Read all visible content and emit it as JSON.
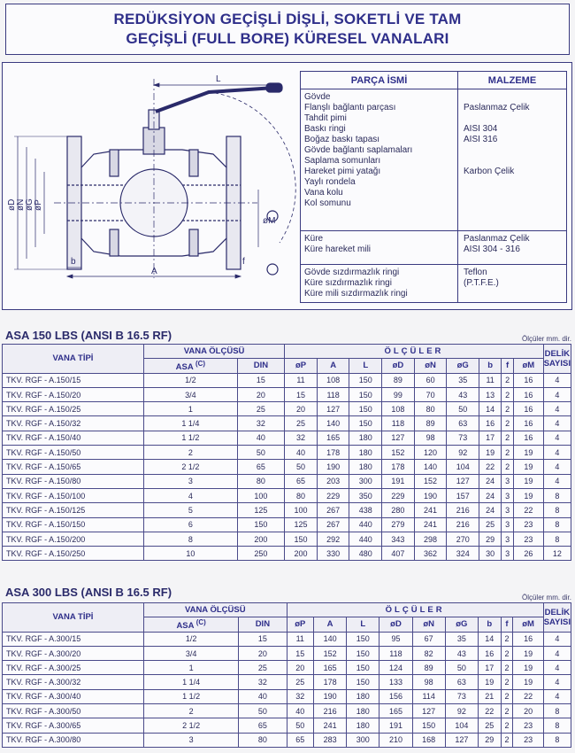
{
  "title": {
    "line1": "REDÜKSİYON GEÇİŞLİ DİŞLİ, SOKETLİ VE TAM",
    "line2": "GEÇİŞLİ (FULL BORE) KÜRESEL VANALARI"
  },
  "drawing_labels": {
    "L": "L",
    "A": "A",
    "b": "b",
    "f": "f",
    "D": "øD",
    "N": "øN",
    "G": "øG",
    "P": "øP",
    "M": "øM"
  },
  "parts": {
    "header_name": "PARÇA İSMİ",
    "header_material": "MALZEME",
    "groups": [
      {
        "names": [
          "Gövde",
          "Flanşlı bağlantı parçası",
          "Tahdit pimi",
          "Baskı ringi",
          "Boğaz baskı tapası",
          "Gövde bağlantı saplamaları",
          "Saplama somunları",
          "Hareket pimi yatağı",
          "Yaylı rondela",
          "Vana kolu",
          "Kol somunu"
        ],
        "materials": [
          "",
          "Paslanmaz Çelik",
          "",
          "AISI 304",
          "AISI 316",
          "",
          "",
          "Karbon Çelik",
          "",
          "",
          ""
        ]
      },
      {
        "names": [
          "Küre",
          "Küre hareket mili"
        ],
        "materials": [
          "Paslanmaz Çelik",
          "AISI 304 - 316"
        ]
      },
      {
        "names": [
          "Gövde sızdırmazlık ringi",
          "Küre sızdırmazlık ringi",
          "Küre mili sızdırmazlık ringi"
        ],
        "materials": [
          "Teflon",
          "(P.T.F.E.)",
          ""
        ]
      }
    ]
  },
  "headers": {
    "vana_tipi": "VANA TİPİ",
    "vana_olcusu": "VANA ÖLÇÜSÜ",
    "asa": "ASA",
    "asa_sup": "(C)",
    "din": "DIN",
    "olculer": "ÖLÇÜLER",
    "delik": "DELİK",
    "sayisi": "SAYISI",
    "cols": [
      "øP",
      "A",
      "L",
      "øD",
      "øN",
      "øG",
      "b",
      "f",
      "øM"
    ]
  },
  "table150": {
    "title": "ASA 150 LBS (ANSI B 16.5 RF)",
    "unit": "Ölçüler mm. dir.",
    "rows": [
      [
        "TKV. RGF - A.150/15",
        "1/2",
        "15",
        "11",
        "108",
        "150",
        "89",
        "60",
        "35",
        "11",
        "2",
        "16",
        "4"
      ],
      [
        "TKV. RGF - A.150/20",
        "3/4",
        "20",
        "15",
        "118",
        "150",
        "99",
        "70",
        "43",
        "13",
        "2",
        "16",
        "4"
      ],
      [
        "TKV. RGF - A.150/25",
        "1",
        "25",
        "20",
        "127",
        "150",
        "108",
        "80",
        "50",
        "14",
        "2",
        "16",
        "4"
      ],
      [
        "TKV. RGF - A.150/32",
        "1 1/4",
        "32",
        "25",
        "140",
        "150",
        "118",
        "89",
        "63",
        "16",
        "2",
        "16",
        "4"
      ],
      [
        "TKV. RGF - A.150/40",
        "1 1/2",
        "40",
        "32",
        "165",
        "180",
        "127",
        "98",
        "73",
        "17",
        "2",
        "16",
        "4"
      ],
      [
        "TKV. RGF - A.150/50",
        "2",
        "50",
        "40",
        "178",
        "180",
        "152",
        "120",
        "92",
        "19",
        "2",
        "19",
        "4"
      ],
      [
        "TKV. RGF - A.150/65",
        "2 1/2",
        "65",
        "50",
        "190",
        "180",
        "178",
        "140",
        "104",
        "22",
        "2",
        "19",
        "4"
      ],
      [
        "TKV. RGF - A.150/80",
        "3",
        "80",
        "65",
        "203",
        "300",
        "191",
        "152",
        "127",
        "24",
        "3",
        "19",
        "4"
      ],
      [
        "TKV. RGF - A.150/100",
        "4",
        "100",
        "80",
        "229",
        "350",
        "229",
        "190",
        "157",
        "24",
        "3",
        "19",
        "8"
      ],
      [
        "TKV. RGF - A.150/125",
        "5",
        "125",
        "100",
        "267",
        "438",
        "280",
        "241",
        "216",
        "24",
        "3",
        "22",
        "8"
      ],
      [
        "TKV. RGF - A.150/150",
        "6",
        "150",
        "125",
        "267",
        "440",
        "279",
        "241",
        "216",
        "25",
        "3",
        "23",
        "8"
      ],
      [
        "TKV. RGF - A.150/200",
        "8",
        "200",
        "150",
        "292",
        "440",
        "343",
        "298",
        "270",
        "29",
        "3",
        "23",
        "8"
      ],
      [
        "TKV. RGF - A.150/250",
        "10",
        "250",
        "200",
        "330",
        "480",
        "407",
        "362",
        "324",
        "30",
        "3",
        "26",
        "12"
      ]
    ]
  },
  "table300": {
    "title": "ASA 300 LBS (ANSI B 16.5 RF)",
    "unit": "Ölçüler mm. dir.",
    "rows": [
      [
        "TKV. RGF - A.300/15",
        "1/2",
        "15",
        "11",
        "140",
        "150",
        "95",
        "67",
        "35",
        "14",
        "2",
        "16",
        "4"
      ],
      [
        "TKV. RGF - A.300/20",
        "3/4",
        "20",
        "15",
        "152",
        "150",
        "118",
        "82",
        "43",
        "16",
        "2",
        "19",
        "4"
      ],
      [
        "TKV. RGF - A.300/25",
        "1",
        "25",
        "20",
        "165",
        "150",
        "124",
        "89",
        "50",
        "17",
        "2",
        "19",
        "4"
      ],
      [
        "TKV. RGF - A.300/32",
        "1 1/4",
        "32",
        "25",
        "178",
        "150",
        "133",
        "98",
        "63",
        "19",
        "2",
        "19",
        "4"
      ],
      [
        "TKV. RGF - A.300/40",
        "1 1/2",
        "40",
        "32",
        "190",
        "180",
        "156",
        "114",
        "73",
        "21",
        "2",
        "22",
        "4"
      ],
      [
        "TKV. RGF - A.300/50",
        "2",
        "50",
        "40",
        "216",
        "180",
        "165",
        "127",
        "92",
        "22",
        "2",
        "20",
        "8"
      ],
      [
        "TKV. RGF - A.300/65",
        "2 1/2",
        "65",
        "50",
        "241",
        "180",
        "191",
        "150",
        "104",
        "25",
        "2",
        "23",
        "8"
      ],
      [
        "TKV. RGF - A.300/80",
        "3",
        "80",
        "65",
        "283",
        "300",
        "210",
        "168",
        "127",
        "29",
        "2",
        "23",
        "8"
      ]
    ]
  }
}
